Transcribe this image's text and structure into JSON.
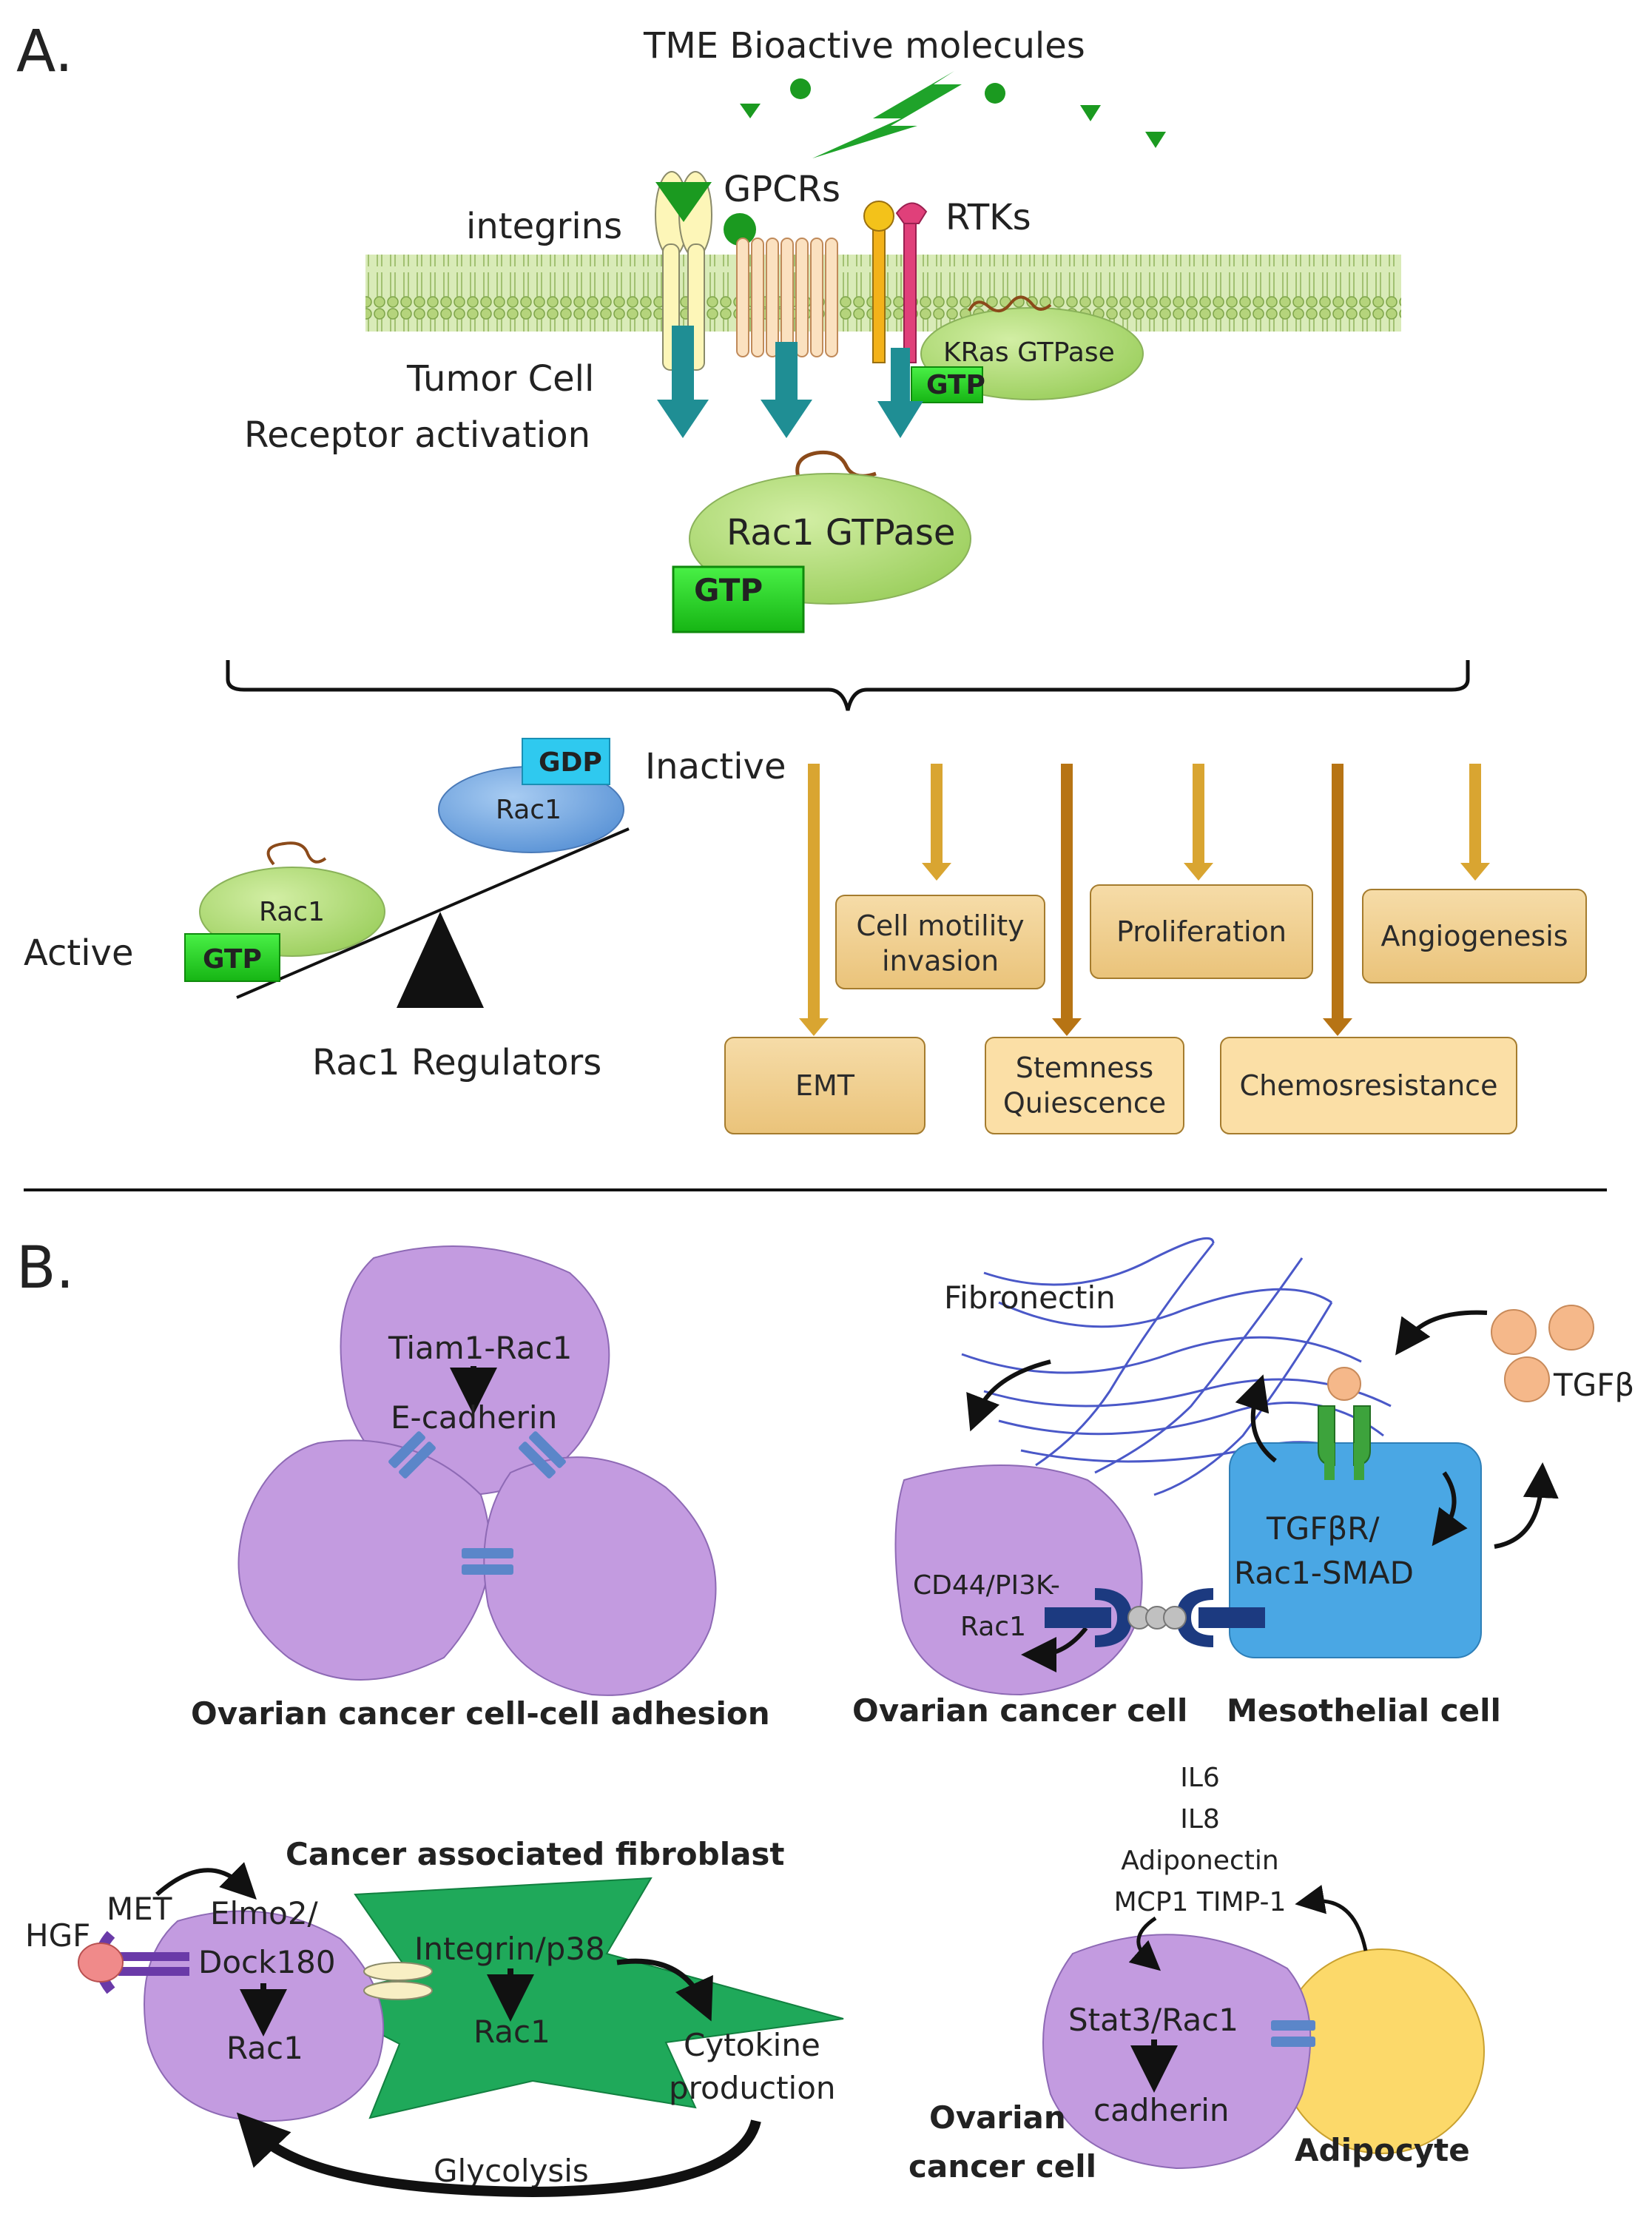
{
  "panel_a": {
    "label": "A.",
    "tme_title": "TME Bioactive molecules",
    "receptors": {
      "integrins": "integrins",
      "gpcrs": "GPCRs",
      "rtks": "RTKs"
    },
    "kras": "KRas GTPase",
    "gtp": "GTP",
    "tumor_cell": "Tumor Cell",
    "receptor_activation": "Receptor activation",
    "rac1_gtpase": "Rac1 GTPase",
    "gdp": "GDP",
    "rac1": "Rac1",
    "inactive": "Inactive",
    "active": "Active",
    "regulators": "Rac1 Regulators",
    "outcomes_row1": [
      "Cell motility\ninvasion",
      "Proliferation",
      "Angiogenesis"
    ],
    "outcomes_row2": [
      "EMT",
      "Stemness\nQuiescence",
      "Chemosresistance"
    ]
  },
  "panel_b": {
    "label": "B.",
    "adhesion": {
      "top_line1": "Tiam1-Rac1",
      "top_line2": "E-cadherin",
      "caption": "Ovarian cancer cell-cell adhesion"
    },
    "mesothelial": {
      "fibronectin": "Fibronectin",
      "tgfb": "TGFβ",
      "cancer_text_1": "CD44/PI3K-",
      "cancer_text_2": "Rac1",
      "meso_text_1": "TGFβR/",
      "meso_text_2": "Rac1-SMAD",
      "caption_cancer": "Ovarian cancer cell",
      "caption_meso": "Mesothelial cell"
    },
    "fibroblast": {
      "title": "Cancer associated fibroblast",
      "hgf": "HGF",
      "met": "MET",
      "cancer_line1": "Elmo2/",
      "cancer_line2": "Dock180",
      "cancer_line3": "Rac1",
      "caf_line1": "Integrin/p38",
      "caf_line2": "Rac1",
      "cytokine_1": "Cytokine",
      "cytokine_2": "production",
      "glycolysis": "Glycolysis"
    },
    "adipocyte": {
      "factors": [
        "IL6",
        "IL8",
        "Adiponectin",
        "MCP1 TIMP-1"
      ],
      "cancer_line1": "Stat3/Rac1",
      "cancer_line2": "cadherin",
      "caption_cancer_1": "Ovarian",
      "caption_cancer_2": "cancer cell",
      "caption_adipocyte": "Adipocyte"
    }
  },
  "colors": {
    "membrane": "#b9d97e",
    "gtp_green": "#22c61e",
    "rac1_green": "#b5dd7a",
    "gdp_cyan": "#2fc9ef",
    "rac1_blue": "#6fa8e0",
    "outcome_box": "#f5d79a",
    "arrow_gold": "#d9a531",
    "arrow_brown": "#b77414",
    "cell_purple": "#c39be0",
    "meso_blue": "#4aa7e4",
    "caf_green": "#1fa95a",
    "adipocyte_yellow": "#fcd96a",
    "cadherin_blue": "#5b86c9",
    "receptor_teal": "#1f8e94"
  }
}
